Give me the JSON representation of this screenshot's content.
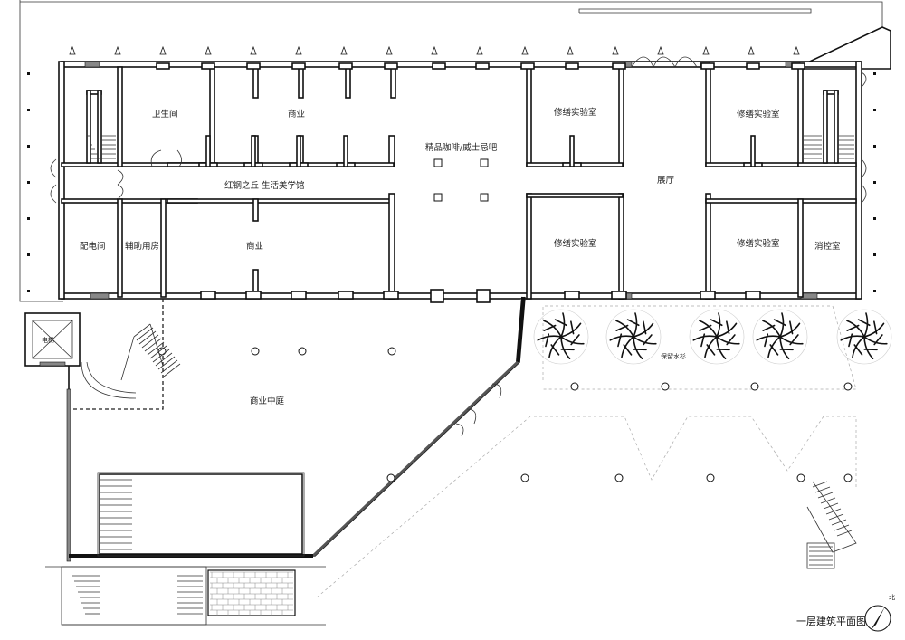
{
  "plan": {
    "title": "一层建筑平面图",
    "north_mark": "北",
    "rooms": {
      "toilet": "卫生间",
      "commerce_top": "商业",
      "cafe": "精品咖啡/威士忌吧",
      "restore_1": "修缮实验室",
      "restore_2": "修缮实验室",
      "restore_3": "修缮实验室",
      "restore_4": "修缮实验室",
      "exhibition": "展厅",
      "corridor": "红钢之丘 生活美学馆",
      "power_room": "配电间",
      "aux_room": "辅助用房",
      "commerce_bottom": "商业",
      "fire_control": "消控室",
      "elevator": "电梯",
      "courtyard": "商业中庭",
      "trees": "保留水杉"
    }
  }
}
